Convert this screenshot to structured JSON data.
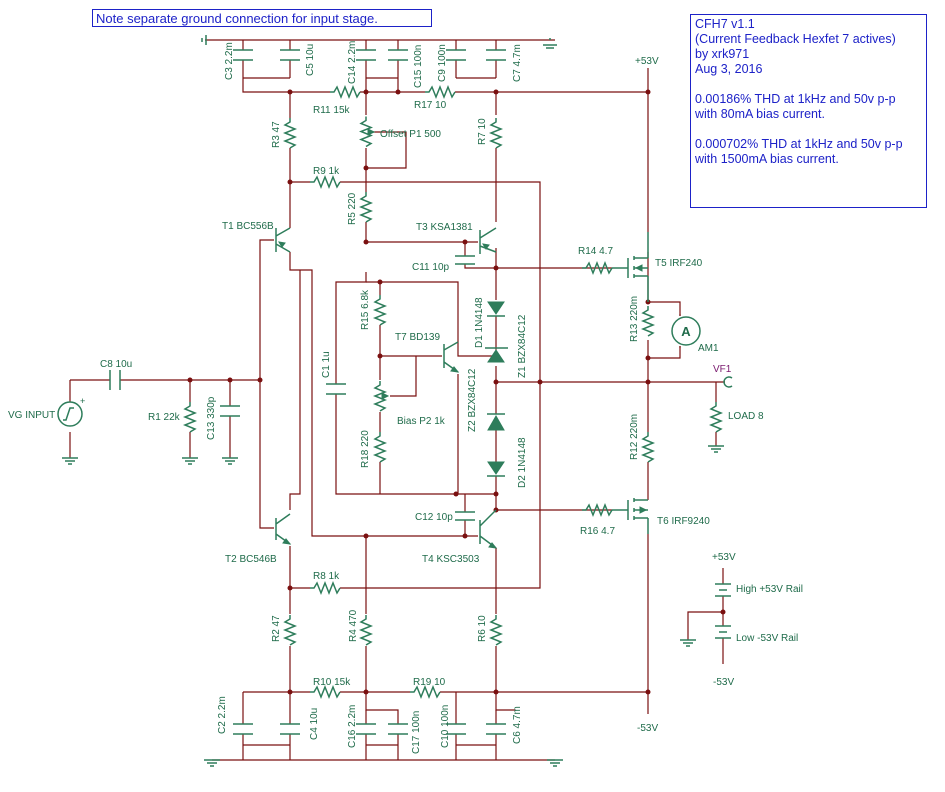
{
  "note": "Note separate ground connection for input stage.",
  "info": {
    "title": "CFH7  v1.1",
    "subtitle": "(Current Feedback Hexfet 7 actives)",
    "author": "by xrk971",
    "date": "Aug 3, 2016",
    "thd1_line1": "0.00186% THD at 1kHz and 50v p-p",
    "thd1_line2": "with 80mA bias current.",
    "thd2_line1": "0.000702% THD at 1kHz and 50v p-p",
    "thd2_line2": "with 1500mA bias current."
  },
  "labels": {
    "c3": "C3 2.2m",
    "c5": "C5 10u",
    "c14": "C14 2.2m",
    "c15": "C15 100n",
    "c9": "C9 100n",
    "c7": "C7 4.7m",
    "r11": "R11 15k",
    "r17": "R17 10",
    "r3": "R3 47",
    "p1": "Offset P1 500",
    "r7": "R7 10",
    "r9": "R9 1k",
    "r5": "R5 220",
    "t1": "T1 BC556B",
    "t3": "T3 KSA1381",
    "c11": "C11 10p",
    "r14": "R14 4.7",
    "t5": "T5 IRF240",
    "r15": "R15 6.8k",
    "d1": "D1 1N4148",
    "z1": "Z1 BZX84C12",
    "t7": "T7 BD139",
    "r13": "R13 220m",
    "am1": "AM1",
    "c1": "C1 1u",
    "c8": "C8 10u",
    "vg": "VG INPUT",
    "r1": "R1 22k",
    "c13": "C13 330p",
    "p2": "Bias P2 1k",
    "z2": "Z2 BZX84C12",
    "vf1": "VF1",
    "load": "LOAD 8",
    "r18": "R18 220",
    "d2": "D2 1N4148",
    "r12": "R12 220m",
    "c12": "C12 10p",
    "t2": "T2 BC546B",
    "t4": "T4 KSC3503",
    "r16": "R16 4.7",
    "t6": "T6 IRF9240",
    "r8": "R8 1k",
    "vp": "+53V",
    "high": "High +53V Rail",
    "low": "Low -53V Rail",
    "vn": "-53V",
    "r2": "R2 47",
    "r4": "R4 470",
    "r6": "R6 10",
    "r10": "R10 15k",
    "r19": "R19 10",
    "c2": "C2 2.2m",
    "c4": "C4 10u",
    "c16": "C16 2.2m",
    "c17": "C17 100n",
    "c10": "C10 100n",
    "c6": "C6 4.7m",
    "rail_pos": "+53V",
    "rail_neg": "-53V"
  }
}
